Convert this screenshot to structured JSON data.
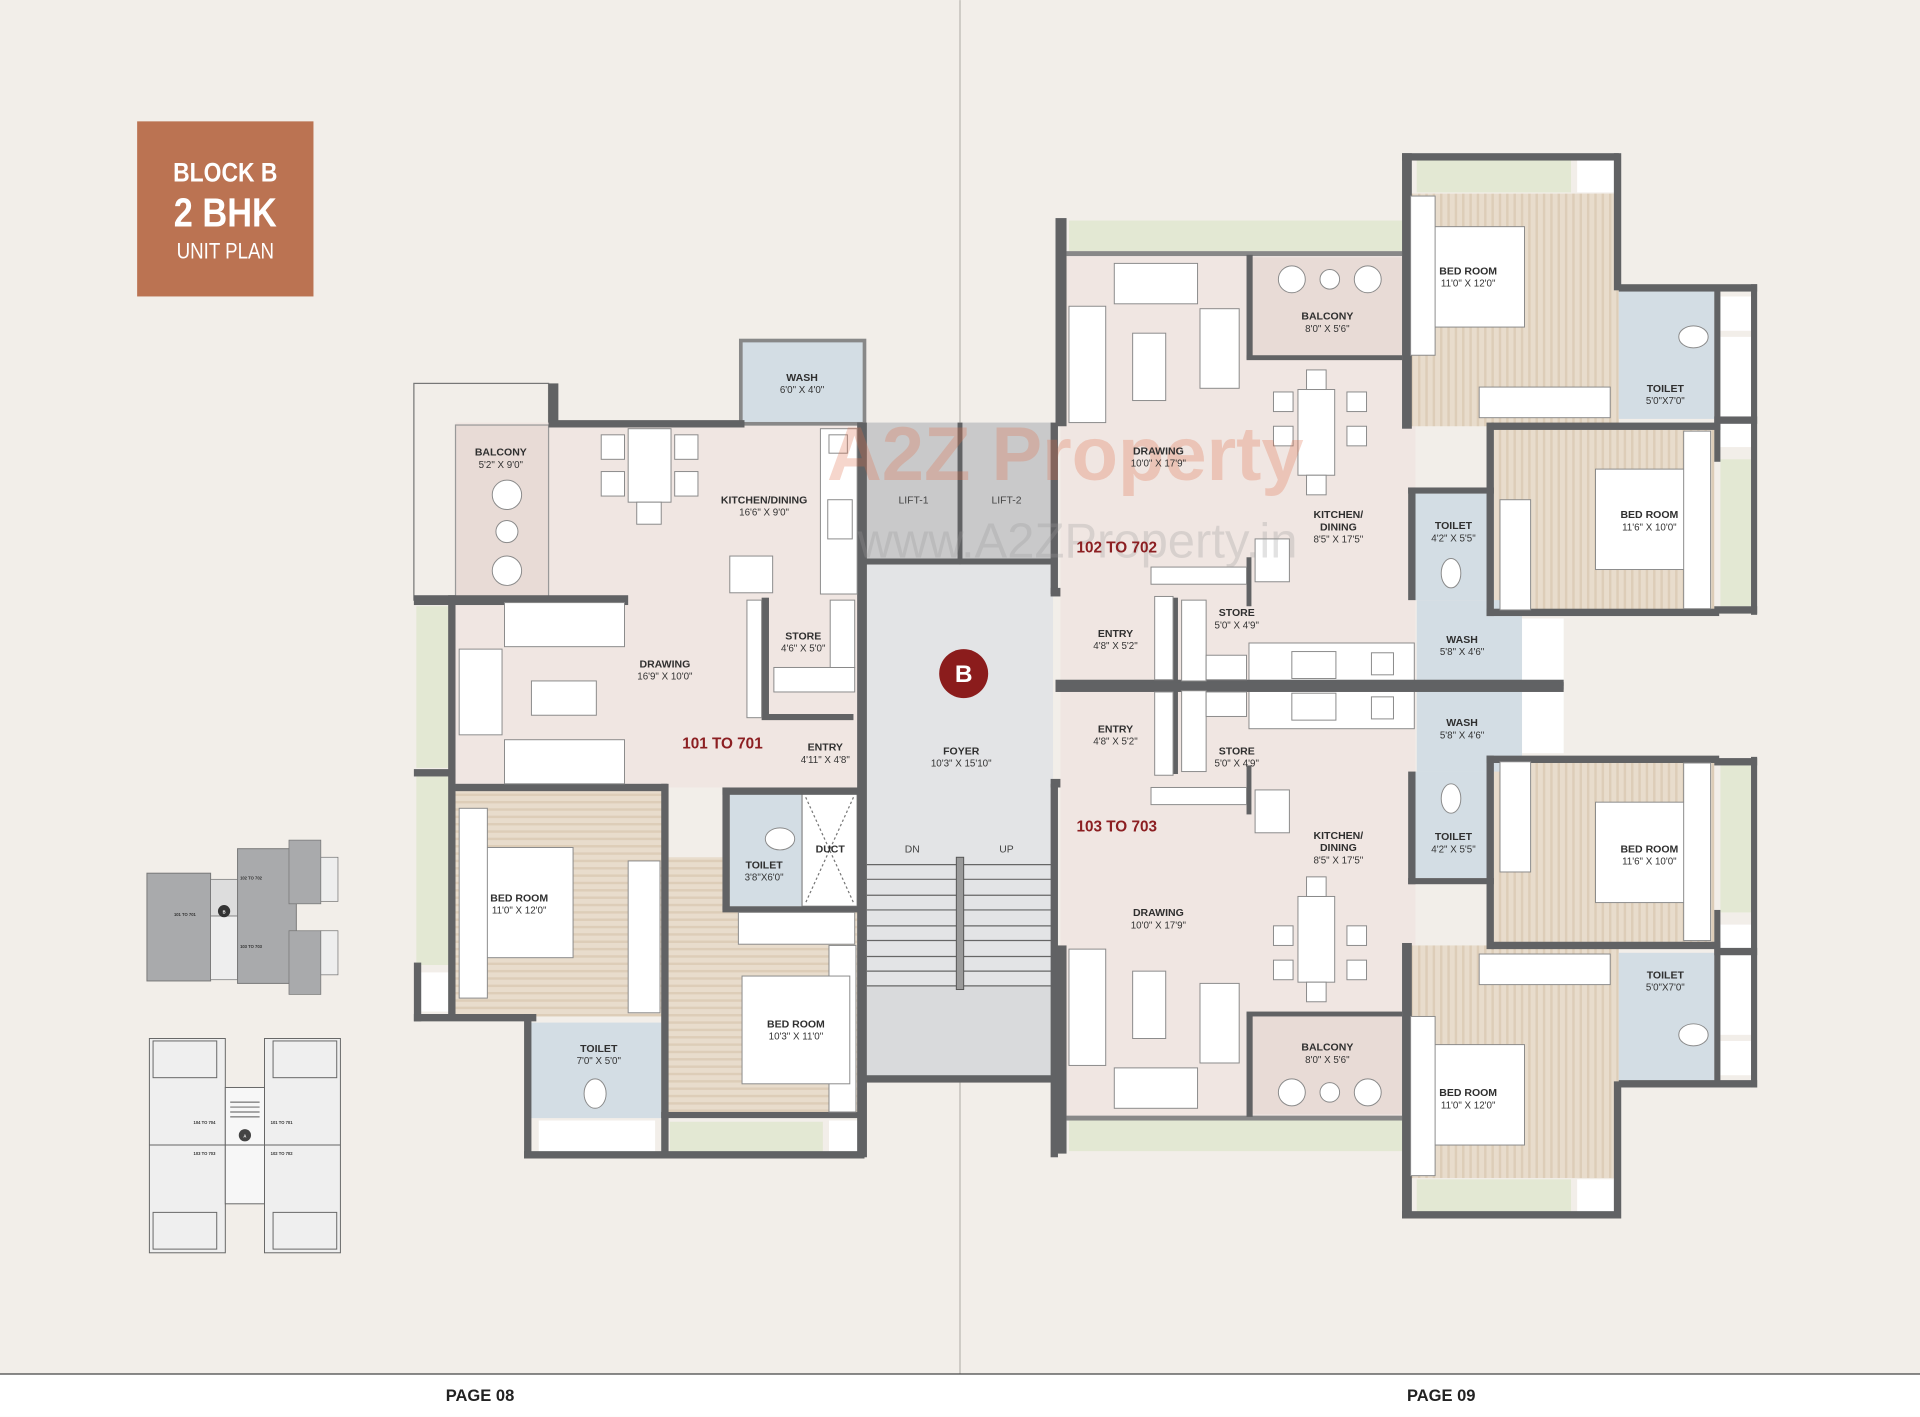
{
  "badge": {
    "line1": "BLOCK B",
    "line2": "2 BHK",
    "line3": "UNIT PLAN",
    "color": "#bb7352"
  },
  "watermark": {
    "logo": "A2Z Property",
    "url": "www.A2ZProperty.in"
  },
  "pages": {
    "left": "PAGE 08",
    "right": "PAGE 09"
  },
  "units": {
    "u1": "101 TO 701",
    "u2": "102 TO 702",
    "u3": "103 TO 703"
  },
  "core": {
    "lift1": "LIFT-1",
    "lift2": "LIFT-2",
    "block_marker": "B",
    "foyer": "FOYER",
    "foyer_size": "10'3\" X 15'10\"",
    "dn": "DN",
    "up": "UP",
    "duct": "DUCT",
    "marker_color": "#8b1c1c"
  },
  "rooms": [
    {
      "name": "BALCONY",
      "size": "5'2\" X 9'0\""
    },
    {
      "name": "WASH",
      "size": "6'0\" X 4'0\""
    },
    {
      "name": "KITCHEN/DINING",
      "size": "16'6\" X 9'0\""
    },
    {
      "name": "STORE",
      "size": "4'6\" X 5'0\""
    },
    {
      "name": "DRAWING",
      "size": "16'9\" X 10'0\""
    },
    {
      "name": "ENTRY",
      "size": "4'11\" X 4'8\""
    },
    {
      "name": "BED ROOM",
      "size": "11'0\" X 12'0\""
    },
    {
      "name": "TOILET",
      "size": "3'8\"X6'0\""
    },
    {
      "name": "TOILET",
      "size": "7'0\" X 5'0\""
    },
    {
      "name": "BED ROOM",
      "size": "10'3\" X 11'0\""
    },
    {
      "name": "BALCONY",
      "size": "8'0\" X 5'6\""
    },
    {
      "name": "DRAWING",
      "size": "10'0\" X 17'9\""
    },
    {
      "name": "KITCHEN/",
      "name2": "DINING",
      "size": "8'5\" X 17'5\""
    },
    {
      "name": "ENTRY",
      "size": "4'8\" X 5'2\""
    },
    {
      "name": "STORE",
      "size": "5'0\" X 4'9\""
    },
    {
      "name": "BED ROOM",
      "size": "11'0\" X 12'0\""
    },
    {
      "name": "TOILET",
      "size": "5'0\"X7'0\""
    },
    {
      "name": "BED ROOM",
      "size": "11'6\" X 10'0\""
    },
    {
      "name": "TOILET",
      "size": "4'2\" X 5'5\""
    },
    {
      "name": "WASH",
      "size": "5'8\" X 4'6\""
    },
    {
      "name": "WASH",
      "size": "5'8\" X 4'6\""
    },
    {
      "name": "ENTRY",
      "size": "4'8\" X 5'2\""
    },
    {
      "name": "STORE",
      "size": "5'0\" X 4'9\""
    },
    {
      "name": "KITCHEN/",
      "name2": "DINING",
      "size": "8'5\" X 17'5\""
    },
    {
      "name": "TOILET",
      "size": "4'2\" X 5'5\""
    },
    {
      "name": "BED ROOM",
      "size": "11'6\" X 10'0\""
    },
    {
      "name": "DRAWING",
      "size": "10'0\" X 17'9\""
    },
    {
      "name": "TOILET",
      "size": "5'0\"X7'0\""
    },
    {
      "name": "BALCONY",
      "size": "8'0\" X 5'6\""
    },
    {
      "name": "BED ROOM",
      "size": "11'0\" X 12'0\""
    }
  ],
  "key_plan_b": {
    "u1": "101 TO 701",
    "u2": "102 TO 702",
    "u3": "103 TO 703",
    "marker": "B"
  },
  "key_plan_a": {
    "u1": "104 TO 704",
    "u2": "101 TO 701",
    "u3": "103 TO 703",
    "u4": "102 TO 702",
    "marker": "A"
  },
  "colors": {
    "wall": "#616264",
    "floor": "#f0e6e2",
    "wet": "#d3dde4",
    "green": "#e3e8d3",
    "wood": "#e6d8c7",
    "balcony": "#e8dbd6",
    "foyer": "#e3e4e6"
  }
}
